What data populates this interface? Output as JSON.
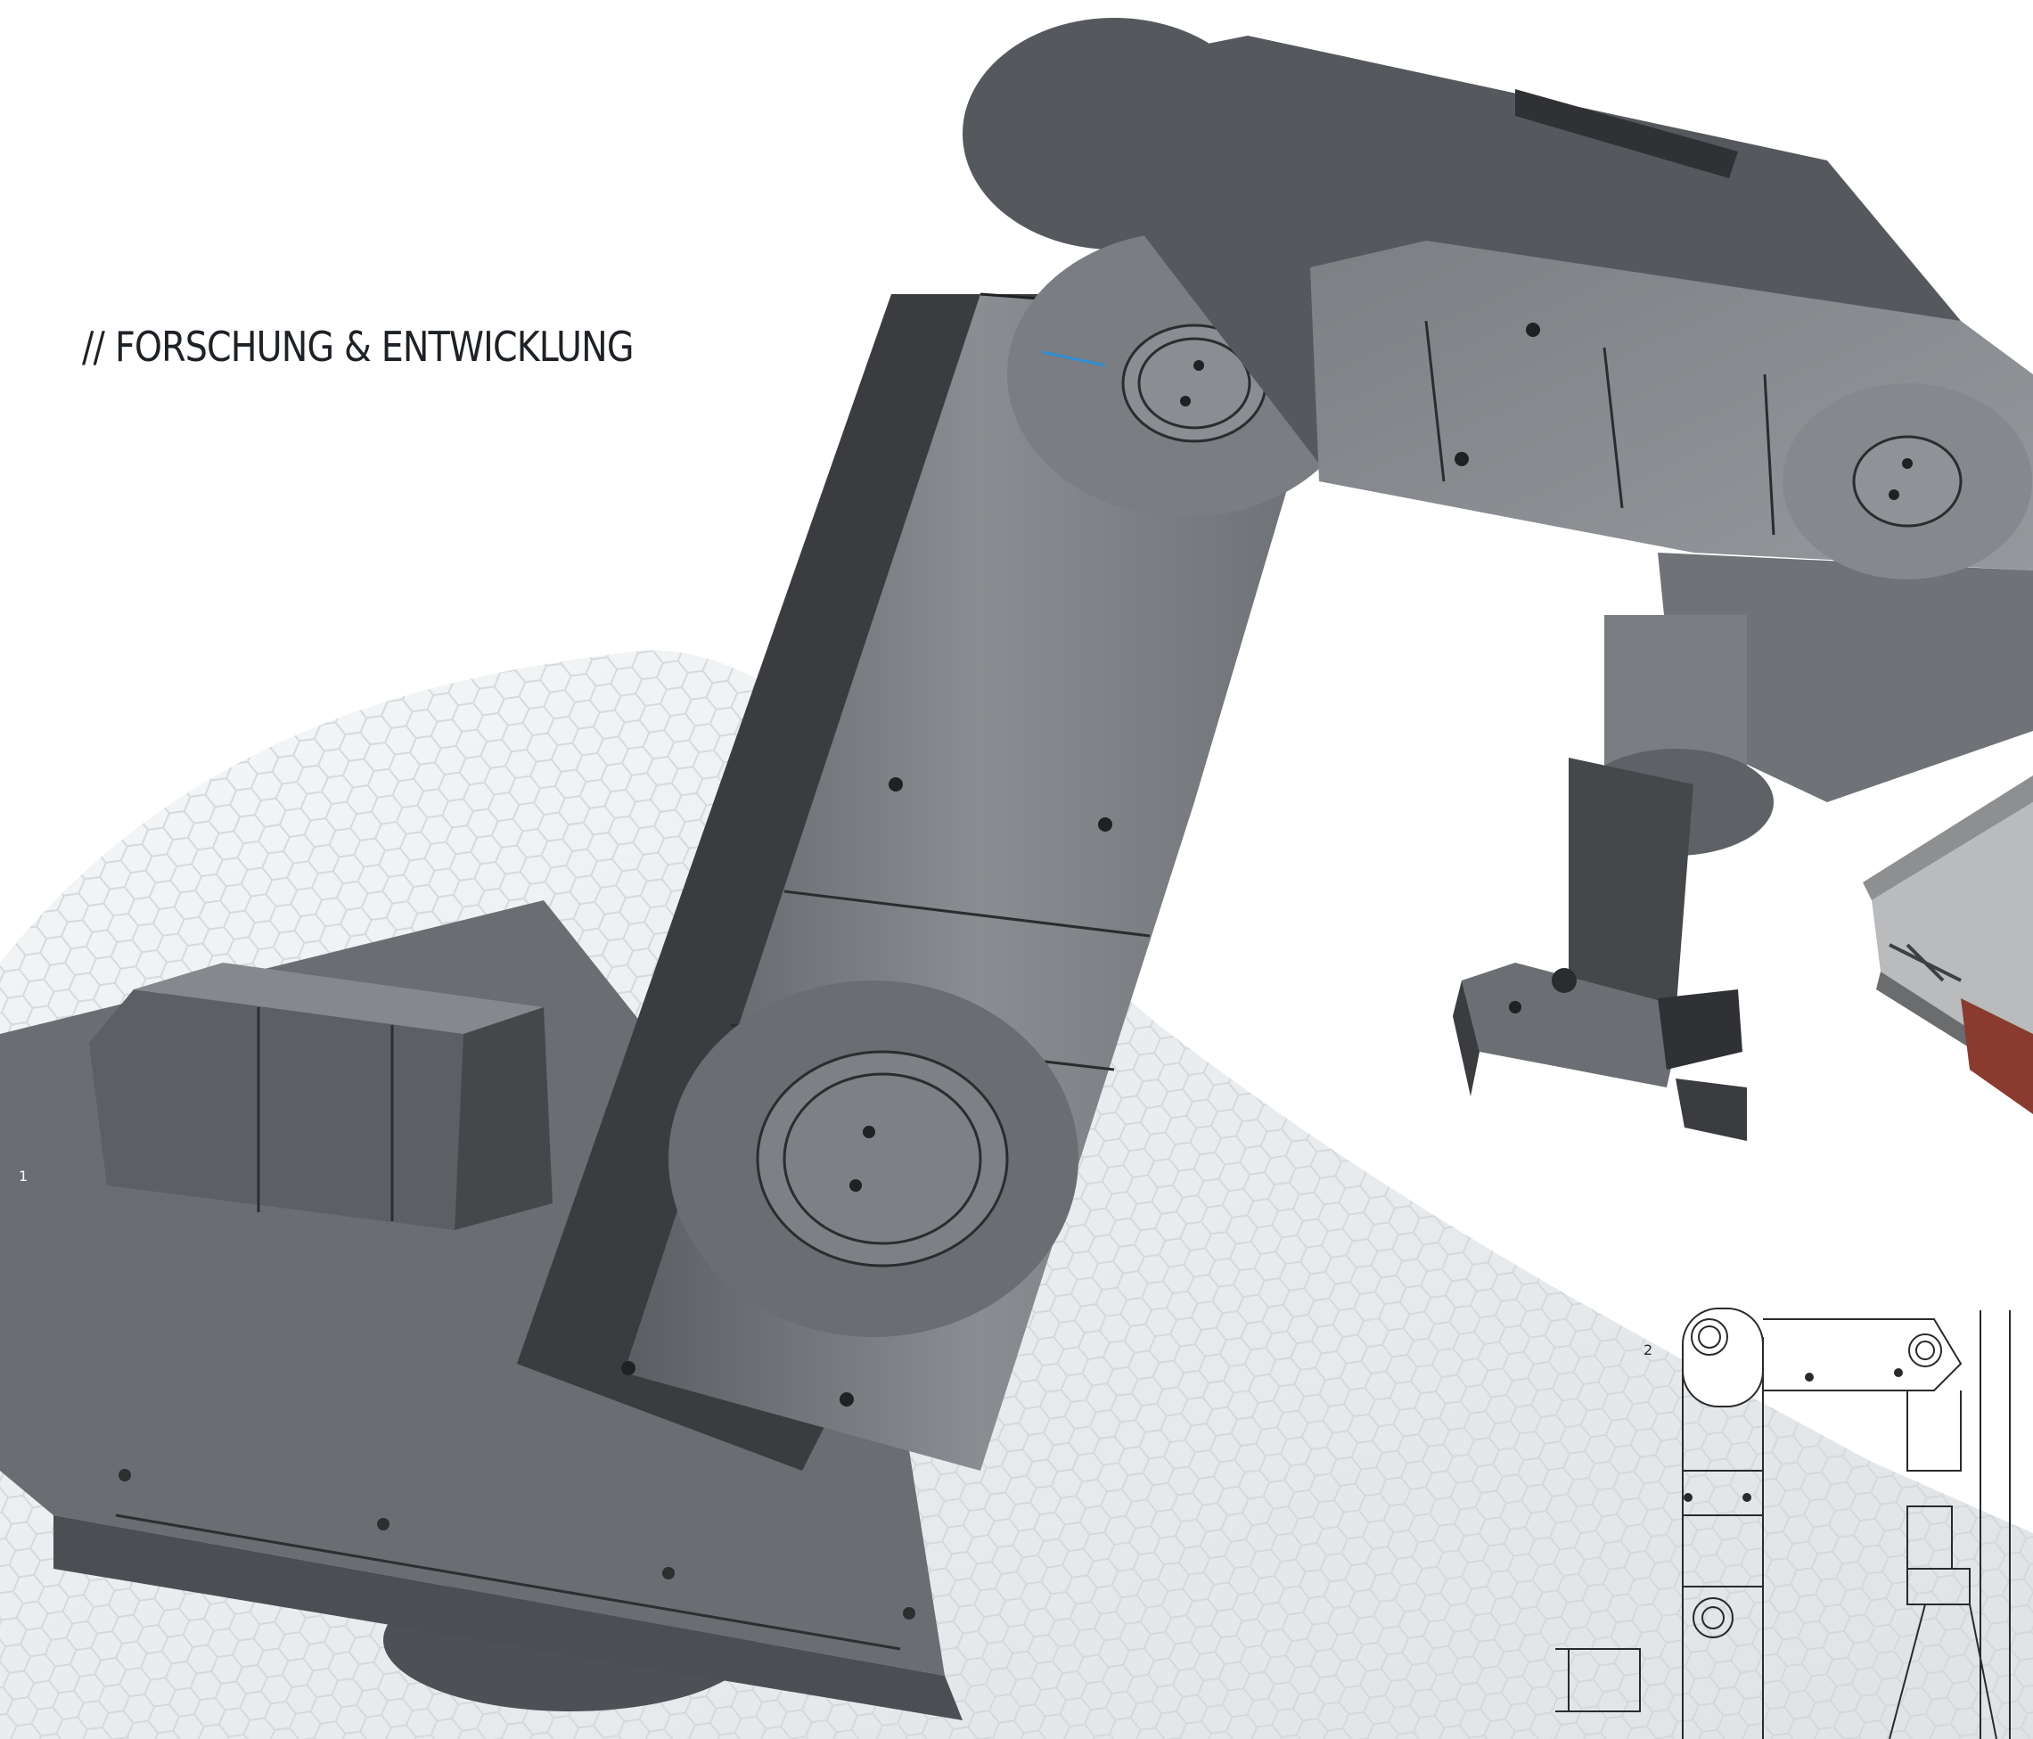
{
  "heading": {
    "prefix": "//",
    "title": "FORSCHUNG & ENTWICKLUNG"
  },
  "figure_labels": {
    "one": "1",
    "two": "2"
  },
  "colors": {
    "background": "#ffffff",
    "heading_text": "#1e2226",
    "robot_body": "#6f7276",
    "robot_face": "#85888c",
    "robot_dark": "#3b3d40",
    "hex_floor": "#e9ecee",
    "accent_line": "#2f8fd6"
  },
  "illustration": {
    "subject": "robot-arm-cad-render",
    "floor_pattern": "hexagon-grid",
    "inset": "technical-line-drawing"
  }
}
